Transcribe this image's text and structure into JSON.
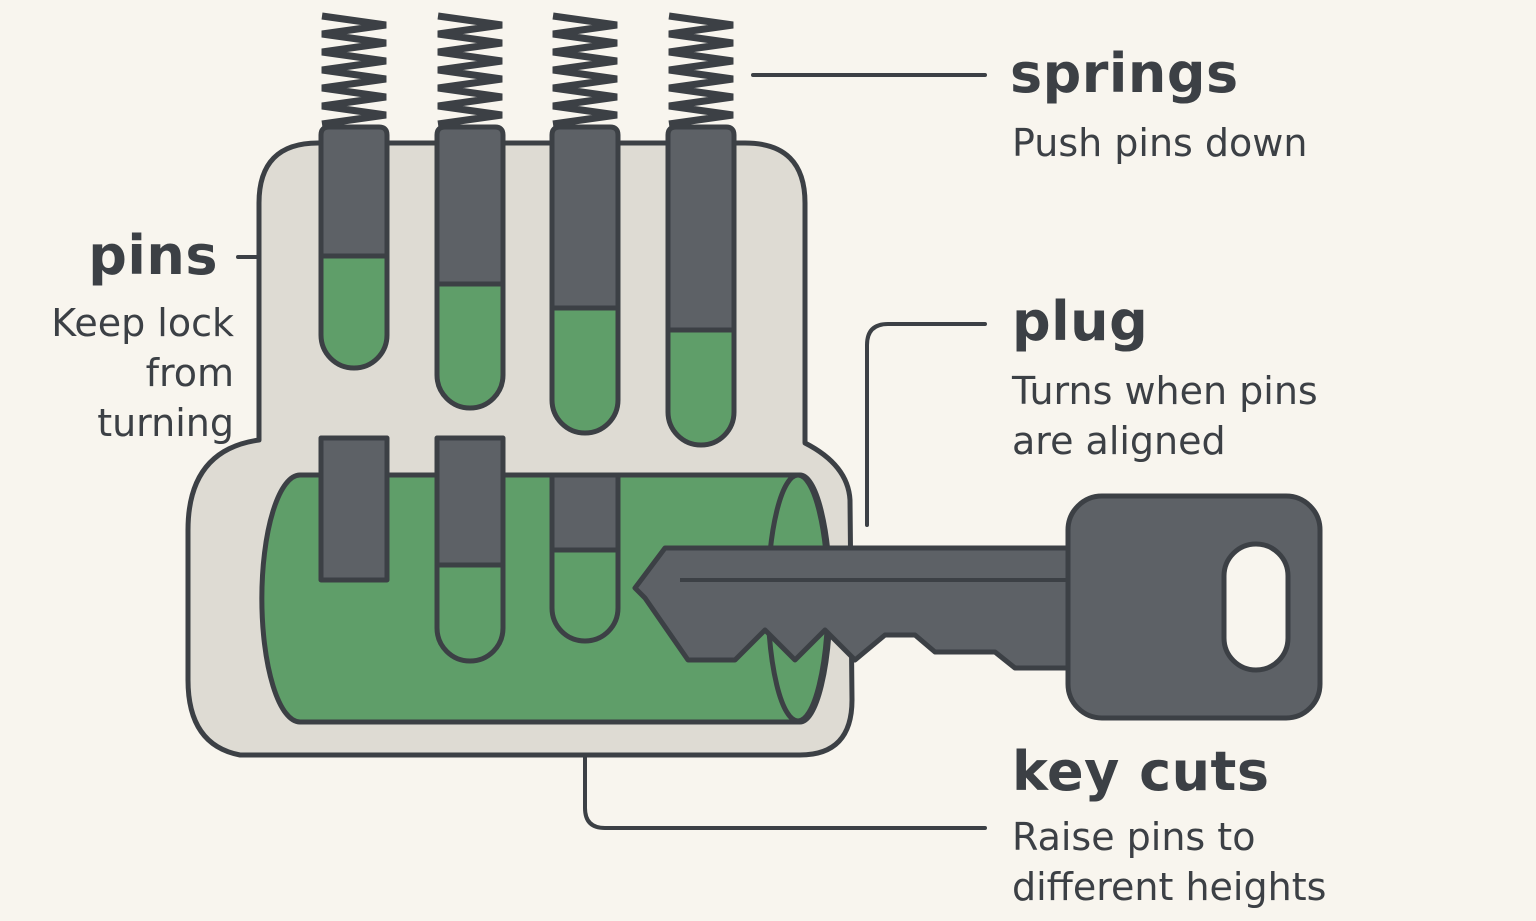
{
  "colors": {
    "background": "#f8f5ee",
    "outline": "#3c4045",
    "housing": "#dedbd3",
    "plug_green": "#5f9e69",
    "pin_gray": "#5d6166",
    "text": "#3c4045"
  },
  "labels": {
    "springs": {
      "title": "springs",
      "description": "Push pins down"
    },
    "pins": {
      "title": "pins",
      "description": "Keep lock\nfrom turning"
    },
    "plug": {
      "title": "plug",
      "description": "Turns when pins\nare aligned"
    },
    "key_cuts": {
      "title": "key cuts",
      "description": "Raise pins to\ndifferent heights"
    }
  },
  "parts": {
    "spring_count": 4,
    "pin_stack_count": 4,
    "shear_pin_count": 3,
    "key": {
      "icon": "key-icon",
      "bow_hole": "key-ring-hole-icon"
    }
  }
}
